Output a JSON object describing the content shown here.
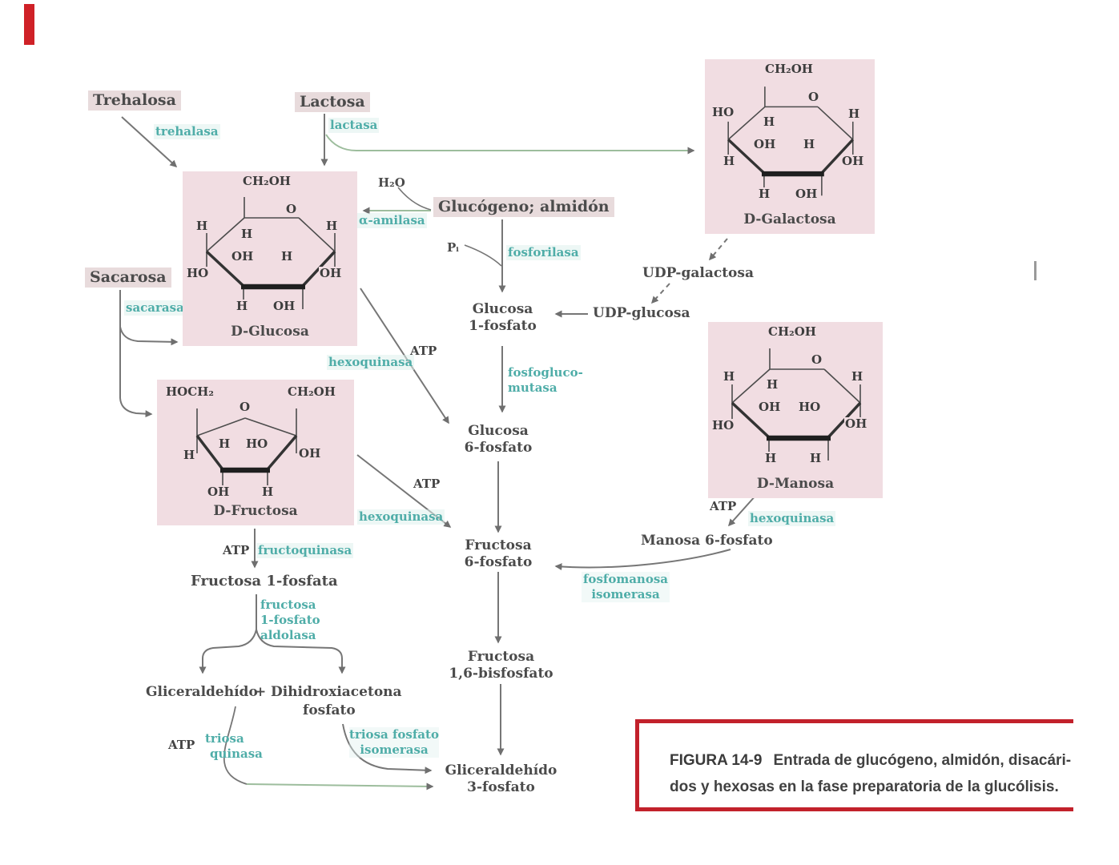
{
  "nodes": {
    "trehalosa": "Trehalosa",
    "lactosa": "Lactosa",
    "sacarosa": "Sacarosa",
    "glucogeno_almidon": "Glucógeno; almidón",
    "h2o": "H₂O",
    "pi": "Pᵢ",
    "udp_galactosa": "UDP-galactosa",
    "udp_glucosa": "UDP-glucosa",
    "glucosa_1p_l1": "Glucosa",
    "glucosa_1p_l2": "1-fosfato",
    "glucosa_6p_l1": "Glucosa",
    "glucosa_6p_l2": "6-fosfato",
    "fructosa_6p_l1": "Fructosa",
    "fructosa_6p_l2": "6-fosfato",
    "fructosa_16bp_l1": "Fructosa",
    "fructosa_16bp_l2": "1,6-bisfosfato",
    "manosa_6p": "Manosa 6-fosfato",
    "fructosa_1p": "Fructosa 1-fosfata",
    "gliceraldehido": "Gliceraldehído",
    "plus": "+",
    "dihidroxiacetona": "Dihidroxiacetona",
    "dihidroxiacetona_fosfato": "fosfato",
    "g3p_l1": "Gliceraldehído",
    "g3p_l2": "3-fosfato",
    "atp": "ATP"
  },
  "enzymes": {
    "trehalasa": "trehalasa",
    "lactasa": "lactasa",
    "sacarasa": "sacarasa",
    "amilasa": "α-amilasa",
    "fosforilasa": "fosforilasa",
    "fosfoglucomutasa_l1": "fosfogluco-",
    "fosfoglucomutasa_l2": "mutasa",
    "hexoquinasa": "hexoquinasa",
    "fructoquinasa": "fructoquinasa",
    "aldolasa_l1": "fructosa",
    "aldolasa_l2": "1-fosfato",
    "aldolasa_l3": "aldolasa",
    "triosa_quinasa_l1": "triosa",
    "triosa_quinasa_l2": "quinasa",
    "triosa_fosfato_isomerasa_l1": "triosa fosfato",
    "triosa_fosfato_isomerasa_l2": "isomerasa",
    "fosfomanosa_isomerasa_l1": "fosfomanosa",
    "fosfomanosa_isomerasa_l2": "isomerasa"
  },
  "sugars": {
    "glucosa": {
      "name": "D-Glucosa",
      "ch2oh": "CH₂OH",
      "ring_o": "O",
      "ul": "H",
      "ur": "H",
      "inner_top": "H",
      "inner_l": "OH",
      "inner_r": "H",
      "ll": "HO",
      "lr": "OH",
      "bot_l": "H",
      "bot_r": "OH"
    },
    "galactosa": {
      "name": "D-Galactosa",
      "ch2oh": "CH₂OH",
      "ring_o": "O",
      "ul": "HO",
      "ur": "H",
      "inner_top": "H",
      "inner_l": "OH",
      "inner_r": "H",
      "ll": "H",
      "lr": "OH",
      "bot_l": "H",
      "bot_r": "OH"
    },
    "manosa": {
      "name": "D-Manosa",
      "ch2oh": "CH₂OH",
      "ring_o": "O",
      "ul": "H",
      "ur": "H",
      "inner_top": "H",
      "inner_l": "OH",
      "inner_r": "HO",
      "ll": "HO",
      "lr": "OH",
      "bot_l": "H",
      "bot_r": "H"
    },
    "fructosa": {
      "name": "D-Fructosa",
      "hoch2": "HOCH₂",
      "ring_o": "O",
      "ch2oh": "CH₂OH",
      "l": "H",
      "r": "OH",
      "inner_l": "H",
      "inner_r": "HO",
      "bot_l": "OH",
      "bot_r": "H"
    }
  },
  "caption": {
    "label": "FIGURA 14-9",
    "line1": "Entrada de glucógeno, almidón, disacári-",
    "line2": "dos y hexosas en la fase preparatoria de la glucólisis."
  },
  "colors": {
    "enzyme_teal": "#4fada8",
    "sugar_box_pink": "#f1dde2",
    "label_highlight": "#e8dbdc",
    "caption_red": "#c2212b",
    "arrow_gray": "#6f6f6f",
    "arrow_green": "#9dbd9d"
  }
}
